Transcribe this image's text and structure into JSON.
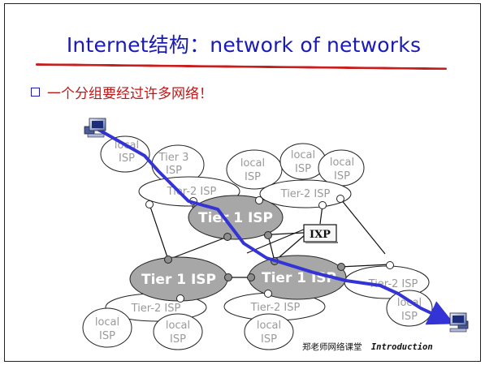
{
  "slide": {
    "title": "Internet结构：network of networks",
    "bullet": "一个分组要经过许多网络！",
    "footer_course": "郑老师网络课堂",
    "footer_chapter": "Introduction"
  },
  "diagram": {
    "tier1_label": "Tier 1 ISP",
    "tier2_label": "Tier-2 ISP",
    "tier3_label_line1": "Tier 3",
    "tier3_label_line2": "ISP",
    "local_line1": "local",
    "local_line2": "ISP",
    "ixp_label": "IXP"
  },
  "colors": {
    "title": "#1a1ab8",
    "rule": "#c81e1e",
    "bullet_text": "#c01818",
    "tier1_fill": "#a7a7a7",
    "path": "#3434d6",
    "ghost_text": "#9a9a9a"
  }
}
